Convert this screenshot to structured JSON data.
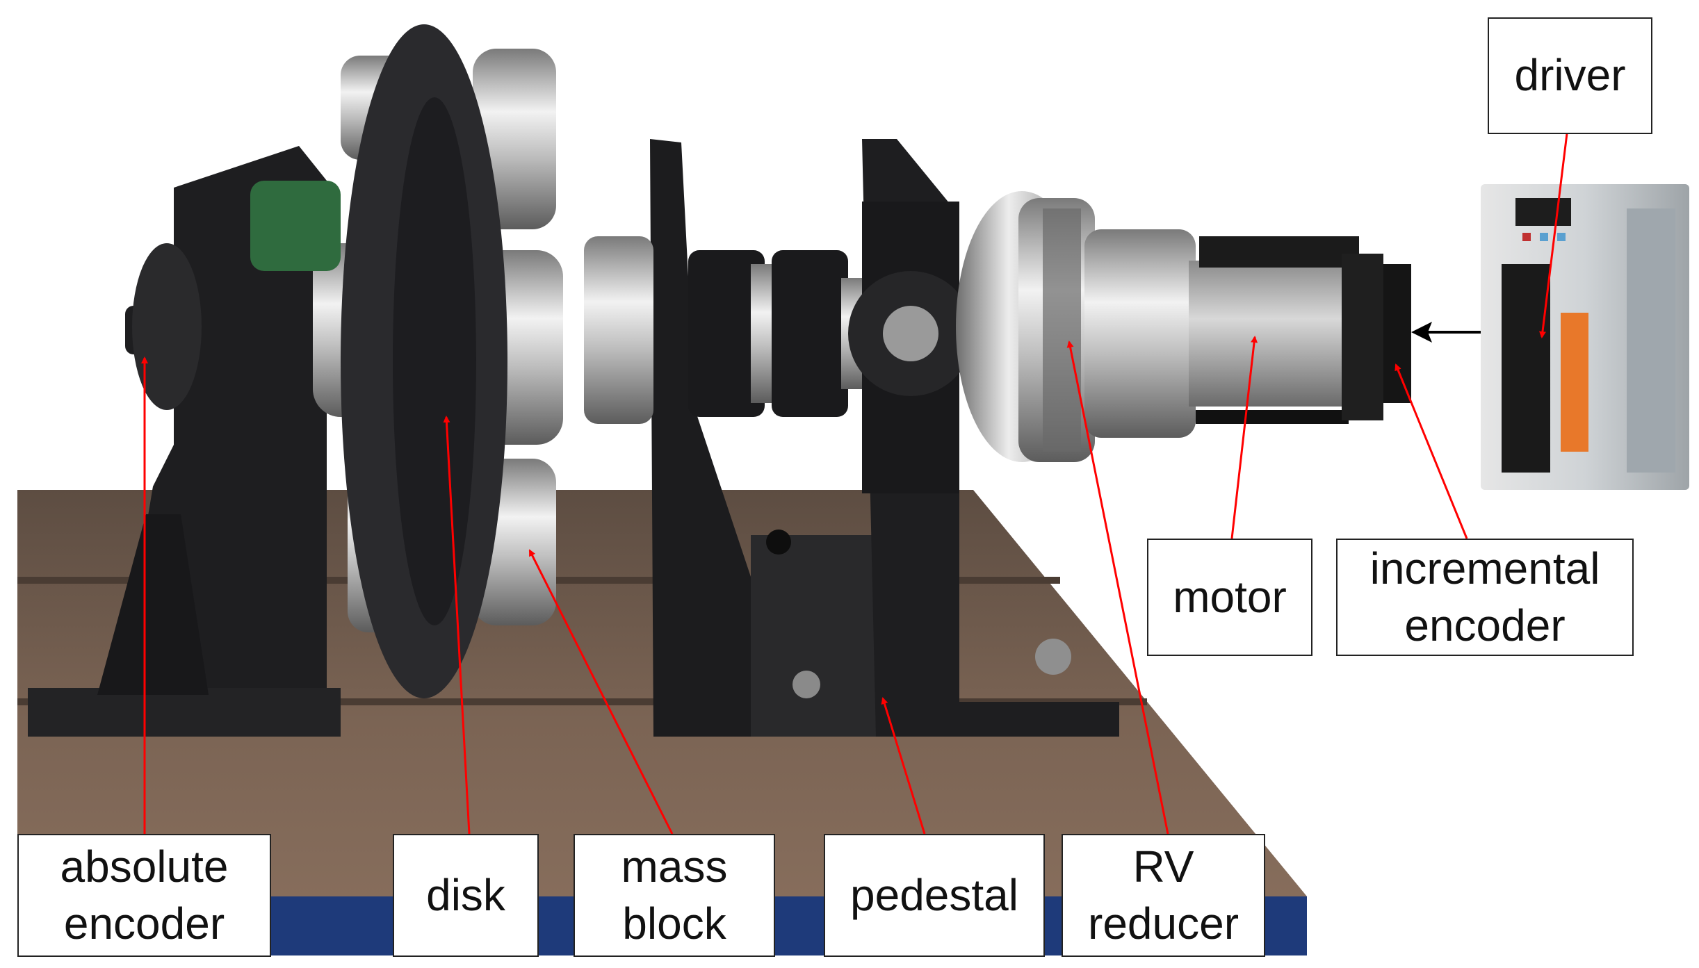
{
  "labels": {
    "absolute_encoder": "absolute\nencoder",
    "disk": "disk",
    "mass_block": "mass\nblock",
    "pedestal": "pedestal",
    "rv_reducer": "RV\nreducer",
    "motor": "motor",
    "incremental_encoder": "incremental\nencoder",
    "driver": "driver"
  },
  "colors": {
    "pointer_arrow": "#ff0000",
    "signal_arrow": "#000000",
    "label_border": "#222222",
    "test_bench_plate": "#6e5a4c",
    "base_stripe": "#1e3a7a",
    "fixture_black": "#1e1e20",
    "steel": "#c9c9c9",
    "connector_orange": "#e8782a"
  },
  "icons": {
    "pointer": "red-arrow-icon",
    "signal": "black-arrow-icon"
  }
}
